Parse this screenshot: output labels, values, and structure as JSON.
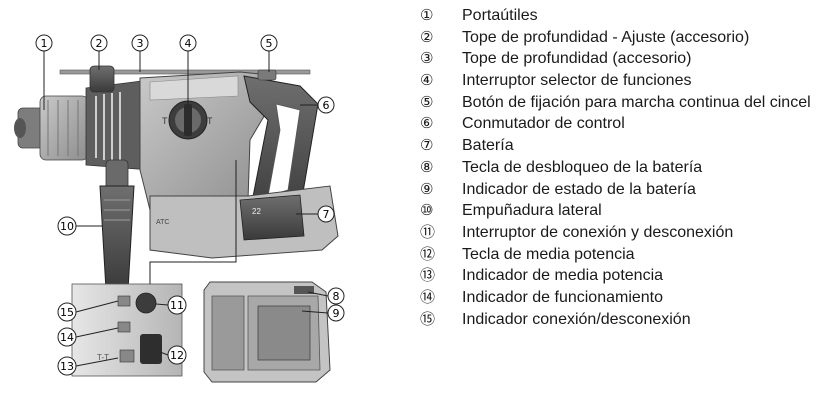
{
  "legend": [
    {
      "num": "①",
      "text": "Portaútiles"
    },
    {
      "num": "②",
      "text": "Tope de profundidad - Ajuste (accesorio)"
    },
    {
      "num": "③",
      "text": "Tope de profundidad (accesorio)"
    },
    {
      "num": "④",
      "text": "Interruptor selector de funciones"
    },
    {
      "num": "⑤",
      "text": "Botón de fijación para marcha continua del cincel"
    },
    {
      "num": "⑥",
      "text": "Conmutador de control"
    },
    {
      "num": "⑦",
      "text": "Batería"
    },
    {
      "num": "⑧",
      "text": "Tecla de desbloqueo de la batería"
    },
    {
      "num": "⑨",
      "text": "Indicador de estado de la batería"
    },
    {
      "num": "⑩",
      "text": "Empuñadura lateral"
    },
    {
      "num": "⑪",
      "text": "Interruptor de conexión y desconexión"
    },
    {
      "num": "⑫",
      "text": "Tecla de media potencia"
    },
    {
      "num": "⑬",
      "text": "Indicador de media potencia"
    },
    {
      "num": "⑭",
      "text": "Indicador de funcionamiento"
    },
    {
      "num": "⑮",
      "text": "Indicador conexión/desconexión"
    }
  ],
  "figure": {
    "callouts": [
      "1",
      "2",
      "3",
      "4",
      "5",
      "6",
      "7",
      "8",
      "9",
      "10",
      "11",
      "12",
      "13",
      "14",
      "15"
    ],
    "tool_marking": "ATC",
    "battery_marking": "22",
    "mode_marking": "T",
    "half_power_marking": "T-T"
  }
}
